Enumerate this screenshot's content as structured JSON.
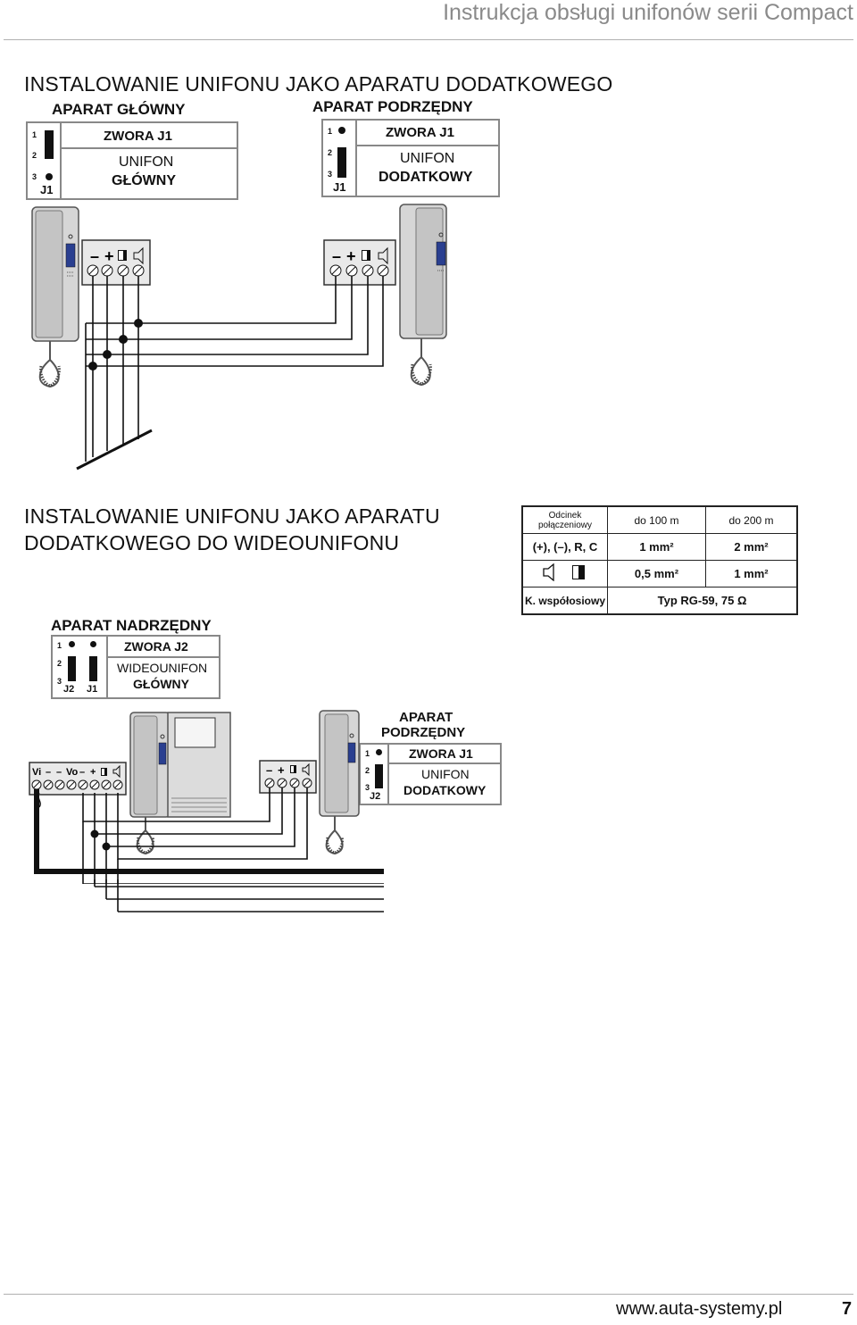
{
  "header": {
    "title": "Instrukcja obsługi unifonów serii Compact"
  },
  "section1": {
    "heading": "INSTALOWANIE UNIFONU JAKO APARATU DODATKOWEGO",
    "main": {
      "title": "APARAT GŁÓWNY",
      "jumper": "ZWORA J1",
      "line1": "UNIFON",
      "line2": "GŁÓWNY",
      "jumper_label": "J1",
      "pins": [
        "1",
        "2",
        "3"
      ]
    },
    "sub": {
      "title": "APARAT PODRZĘDNY",
      "jumper": "ZWORA J1",
      "line1": "UNIFON",
      "line2": "DODATKOWY",
      "jumper_label": "J1",
      "pins": [
        "1",
        "2",
        "3"
      ]
    },
    "terminal_symbols": [
      "–",
      "+",
      "◨",
      "🔈"
    ]
  },
  "section2": {
    "heading_line1": "INSTALOWANIE UNIFONU JAKO APARATU",
    "heading_line2": "DODATKOWEGO DO WIDEOUNIFONU",
    "master": {
      "title": "APARAT NADRZĘDNY",
      "jumper": "ZWORA J2",
      "line1": "WIDEOUNIFON",
      "line2": "GŁÓWNY",
      "label_a": "J2",
      "label_b": "J1",
      "pins": [
        "1",
        "2",
        "3"
      ]
    },
    "sub": {
      "title_line1": "APARAT",
      "title_line2": "PODRZĘDNY",
      "jumper": "ZWORA J1",
      "line1": "UNIFON",
      "line2": "DODATKOWY",
      "jumper_label": "J2",
      "pins": [
        "1",
        "2",
        "3"
      ]
    },
    "video_terminals": [
      "Vi",
      "–",
      "–",
      "Vo",
      "–",
      "+",
      "◨",
      "🔈"
    ]
  },
  "spec_table": {
    "head_label_line1": "Odcinek",
    "head_label_line2": "połączeniowy",
    "col1": "do 100 m",
    "col2": "do 200 m",
    "row1_label": "(+), (–), R, C",
    "row1_v1": "1 mm²",
    "row1_v2": "2 mm²",
    "row2_label_icons": "🔈 ◨",
    "row2_v1": "0,5 mm²",
    "row2_v2": "1 mm²",
    "row3_label": "K. współosiowy",
    "row3_value": "Typ RG-59, 75 Ω"
  },
  "footer": {
    "url": "www.auta-systemy.pl",
    "page": "7"
  }
}
